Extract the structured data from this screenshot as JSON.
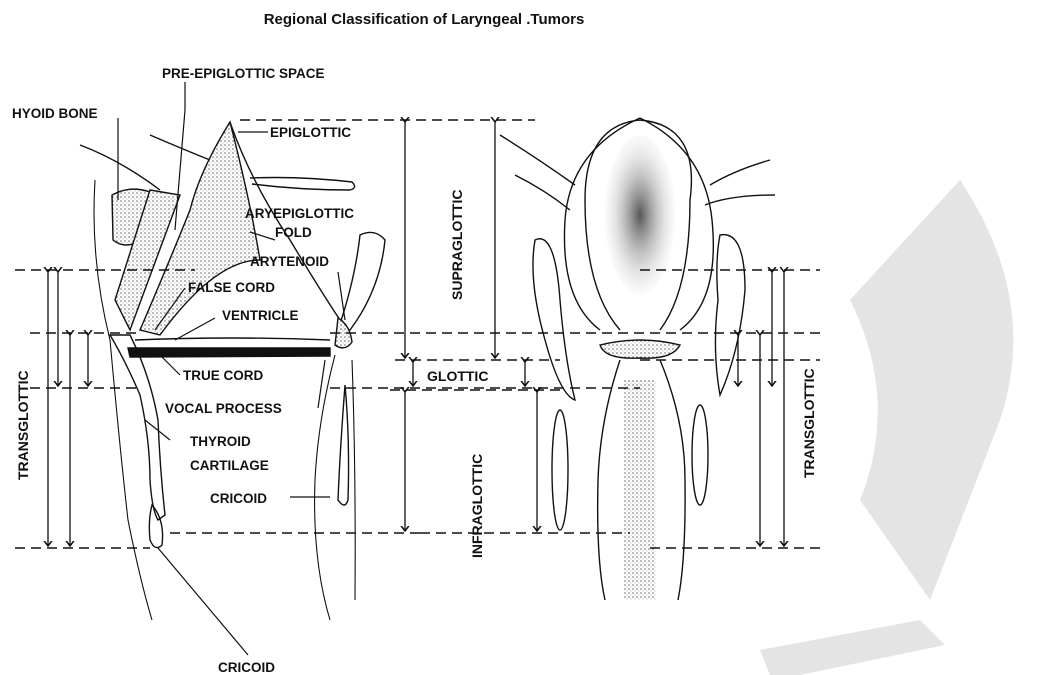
{
  "title": "Regional Classification of Laryngeal .Tumors",
  "labels": {
    "pre_epiglottic_space": "PRE-EPIGLOTTIC SPACE",
    "hyoid_bone": "HYOID BONE",
    "epiglottic": "EPIGLOTTIC",
    "aryepiglottic_1": "ARYEPIGLOTTIC",
    "aryepiglottic_2": "FOLD",
    "arytenoid": "ARYTENOID",
    "false_cord": "FALSE CORD",
    "ventricle": "VENTRICLE",
    "true_cord": "TRUE CORD",
    "vocal_process": "VOCAL PROCESS",
    "thyroid_1": "THYROID",
    "thyroid_2": "CARTILAGE",
    "cricoid_mid": "CRICOID",
    "cricoid_bottom": "CRICOID"
  },
  "regions": {
    "transglottic_left": "TRANSGLOTTIC",
    "supraglottic": "SUPRAGLOTTIC",
    "glottic": "GLOTTIC",
    "infraglottic": "INFRAGLOTTIC",
    "transglottic_right": "TRANSGLOTTIC"
  },
  "colors": {
    "ink": "#111111",
    "watermark": "#e4e4e4"
  }
}
